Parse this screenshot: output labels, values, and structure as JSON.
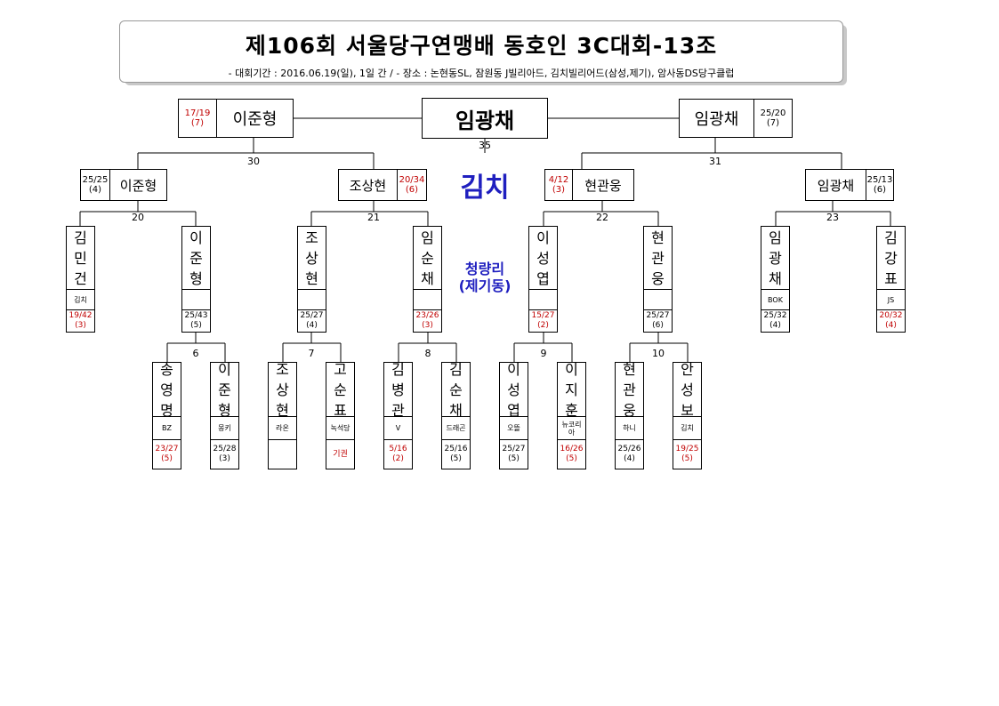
{
  "header": {
    "title": "제106회 서울당구연맹배 동호인 3C대회-13조",
    "subtitle": "- 대회기간 : 2016.06.19(일), 1일 간 / - 장소 : 논현동SL, 잠원동 J빌리아드, 김치빌리어드(삼성,제기), 암사동DS당구클럽"
  },
  "final": {
    "winner": "임광채",
    "match": "35",
    "left": {
      "name": "이준형",
      "score": "17/19",
      "inn": "(7)"
    },
    "right": {
      "name": "임광채",
      "score": "25/20",
      "inn": "(7)"
    }
  },
  "semis": {
    "m30": "30",
    "m31": "31",
    "a": {
      "name": "이준형",
      "score": "25/25",
      "inn": "(4)"
    },
    "b": {
      "name": "조상현",
      "score": "20/34",
      "inn": "(6)"
    },
    "c": {
      "name": "현관웅",
      "score": "4/12",
      "inn": "(3)"
    },
    "d": {
      "name": "임광채",
      "score": "25/13",
      "inn": "(6)"
    }
  },
  "venue": {
    "main": "김치",
    "sub1": "청량리",
    "sub2": "(제기동)"
  },
  "r16": {
    "m20": "20",
    "m21": "21",
    "m22": "22",
    "m23": "23"
  },
  "r32": {
    "m6": "6",
    "m7": "7",
    "m8": "8",
    "m9": "9",
    "m10": "10"
  },
  "players": {
    "p1": {
      "c1": "김",
      "c2": "민",
      "c3": "건",
      "club": "김치",
      "score": "19/42",
      "inn": "(3)"
    },
    "p2": {
      "c1": "이",
      "c2": "준",
      "c3": "형",
      "club": "",
      "score": "25/43",
      "inn": "(5)"
    },
    "p3": {
      "c1": "조",
      "c2": "상",
      "c3": "현",
      "club": "",
      "score": "25/27",
      "inn": "(4)"
    },
    "p4": {
      "c1": "임",
      "c2": "순",
      "c3": "채",
      "club": "",
      "score": "23/26",
      "inn": "(3)"
    },
    "p5": {
      "c1": "이",
      "c2": "성",
      "c3": "엽",
      "club": "",
      "score": "15/27",
      "inn": "(2)"
    },
    "p6": {
      "c1": "현",
      "c2": "관",
      "c3": "웅",
      "club": "",
      "score": "25/27",
      "inn": "(6)"
    },
    "p7": {
      "c1": "임",
      "c2": "광",
      "c3": "채",
      "club": "BOK",
      "score": "25/32",
      "inn": "(4)"
    },
    "p8": {
      "c1": "김",
      "c2": "강",
      "c3": "표",
      "club": "JS",
      "score": "20/32",
      "inn": "(4)"
    },
    "q1": {
      "c1": "송",
      "c2": "영",
      "c3": "명",
      "club": "BZ",
      "score": "23/27",
      "inn": "(5)"
    },
    "q2": {
      "c1": "이",
      "c2": "준",
      "c3": "형",
      "club": "몽키",
      "score": "25/28",
      "inn": "(3)"
    },
    "q3": {
      "c1": "조",
      "c2": "상",
      "c3": "현",
      "club": "라온",
      "score": "",
      "inn": ""
    },
    "q4": {
      "c1": "고",
      "c2": "순",
      "c3": "표",
      "club": "녹석당",
      "score": "기권",
      "inn": ""
    },
    "q5": {
      "c1": "김",
      "c2": "병",
      "c3": "관",
      "club": "V",
      "score": "5/16",
      "inn": "(2)"
    },
    "q6": {
      "c1": "김",
      "c2": "순",
      "c3": "채",
      "club": "드래곤",
      "score": "25/16",
      "inn": "(5)"
    },
    "q7": {
      "c1": "이",
      "c2": "성",
      "c3": "엽",
      "club": "오뜰",
      "score": "25/27",
      "inn": "(5)"
    },
    "q8": {
      "c1": "이",
      "c2": "지",
      "c3": "훈",
      "club": "뉴코리아",
      "score": "16/26",
      "inn": "(5)"
    },
    "q9": {
      "c1": "현",
      "c2": "관",
      "c3": "웅",
      "club": "하니",
      "score": "25/26",
      "inn": "(4)"
    },
    "q10": {
      "c1": "안",
      "c2": "성",
      "c3": "보",
      "club": "김치",
      "score": "19/25",
      "inn": "(5)"
    }
  },
  "colors": {
    "loss_score": "#c00000",
    "venue": "#1f1fbf"
  }
}
